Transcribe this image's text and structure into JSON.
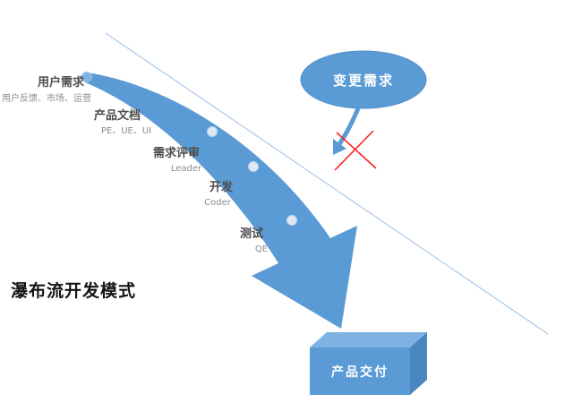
{
  "title": "瀑布流开发模式",
  "stages": [
    {
      "label": "用户需求",
      "sub": "用户反馈、市场、运营"
    },
    {
      "label": "产品文档",
      "sub": "PE、UE、UI"
    },
    {
      "label": "需求评审",
      "sub": "Leader"
    },
    {
      "label": "开发",
      "sub": "Coder"
    },
    {
      "label": "测试",
      "sub": "QE"
    }
  ],
  "change_bubble": {
    "label": "变更需求"
  },
  "delivery_box": {
    "label": "产品交付"
  },
  "colors": {
    "arrow": "#5b9bd5",
    "diag_line": "#a9c9e9",
    "dot_fill": "#dce9f7",
    "dot_start": "#7fb2e0",
    "cross": "#ff1f1f",
    "box_front": "#5b9bd5",
    "box_top": "#7fb2e2",
    "box_side": "#4a86bf",
    "bubble_fill": "#5b9bd5",
    "label": "#4d4d4d",
    "sub": "#8c8c8c",
    "title": "#141414",
    "white": "#ffffff"
  }
}
